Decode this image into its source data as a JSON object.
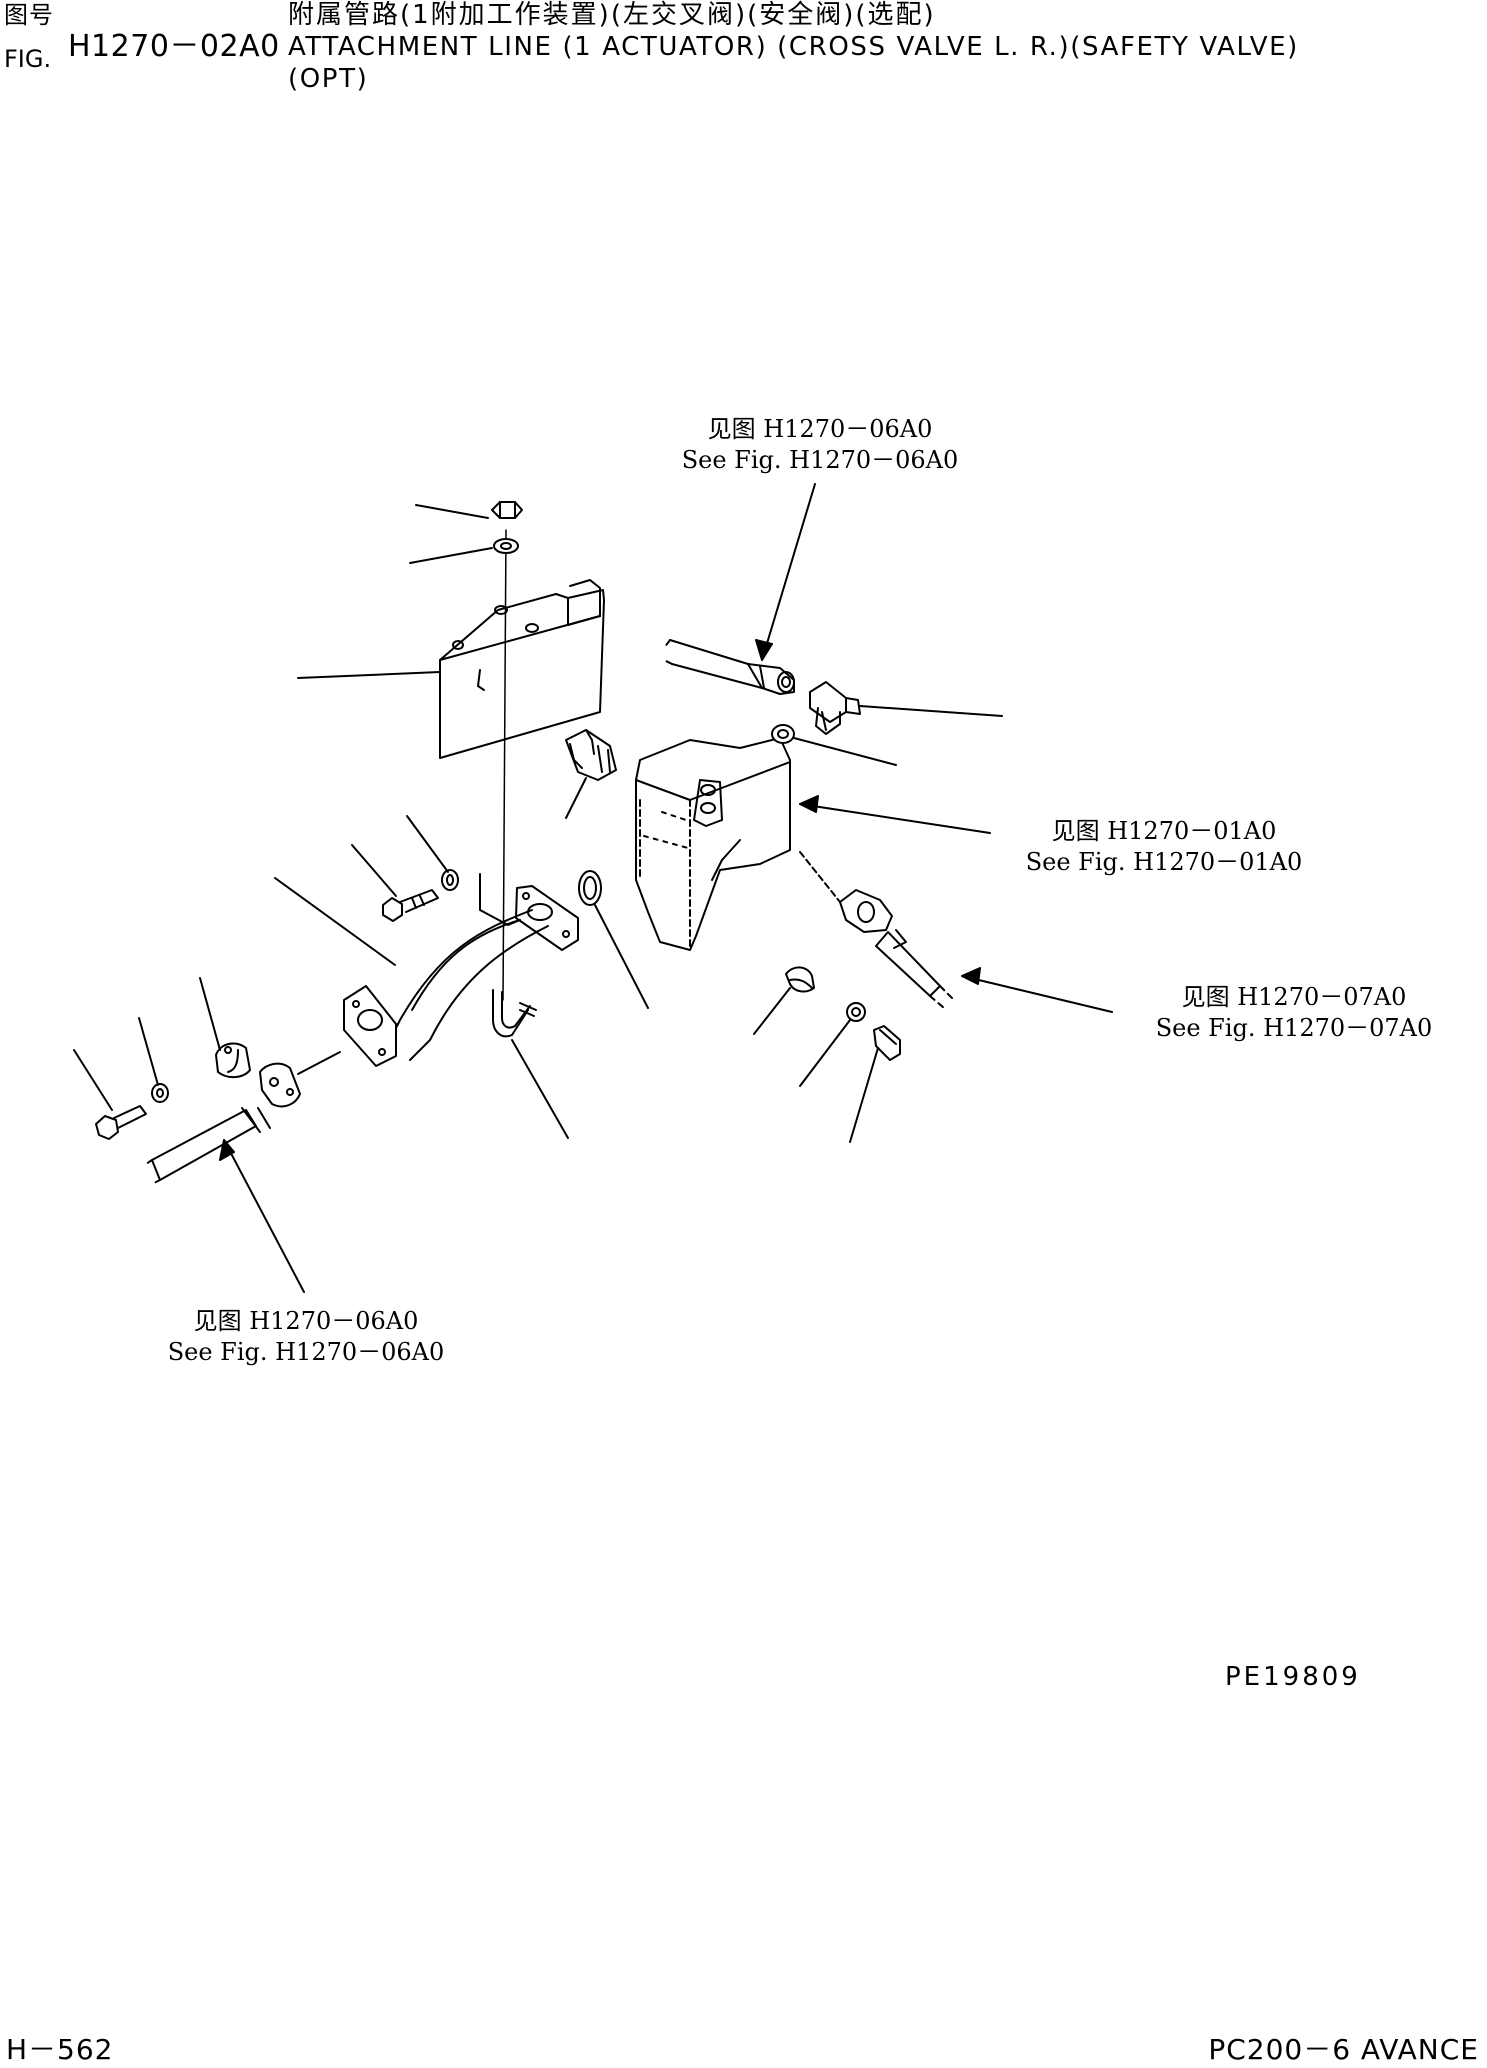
{
  "header": {
    "zh_label": "图号",
    "fig_label": "FIG.",
    "fig_number": "H1270－02A0",
    "title_zh": "附属管路(1附加工作装置)(左交叉阀)(安全阀)(选配)",
    "title_en": "ATTACHMENT LINE (1 ACTUATOR) (CROSS VALVE L. R.)(SAFETY VALVE)",
    "title_en_2": "(OPT)"
  },
  "references": [
    {
      "zh": "见图 H1270－06A0",
      "en": "See Fig. H1270－06A0"
    },
    {
      "zh": "见图 H1270－01A0",
      "en": "See Fig. H1270－01A0"
    },
    {
      "zh": "见图 H1270－07A0",
      "en": "See Fig. H1270－07A0"
    },
    {
      "zh": "见图 H1270－06A0",
      "en": "See Fig. H1270－06A0"
    }
  ],
  "footer": {
    "drawing_number": "PE19809",
    "page_number": "H－562",
    "model": "PC200－6 AVANCE"
  },
  "colors": {
    "ink": "#000000",
    "paper": "#ffffff"
  }
}
